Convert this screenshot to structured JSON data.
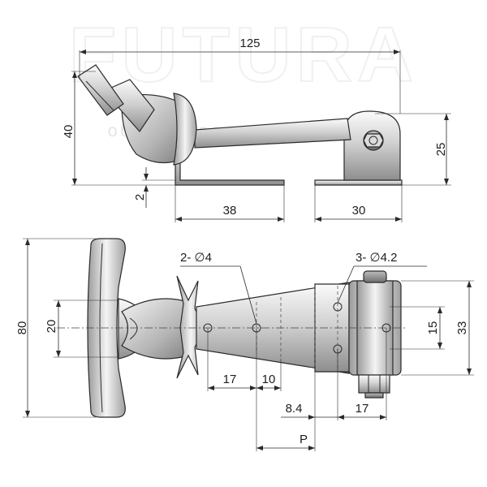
{
  "watermark": {
    "brand": "FUTURA",
    "tagline": "оборудования будущего"
  },
  "dimensions": {
    "overall_length": "125",
    "height": "40",
    "plate_thickness": "2",
    "hook_length": "38",
    "bracket_length": "30",
    "bracket_height": "25",
    "total_width": "80",
    "handle_width": "20",
    "holes_left": "2- ∅4",
    "holes_right": "3- ∅4.2",
    "spacing_a": "17",
    "spacing_b": "10",
    "spacing_c": "8.4",
    "spacing_d": "17",
    "spacing_p": "P",
    "hole_spacing": "15",
    "bracket_width": "33"
  }
}
